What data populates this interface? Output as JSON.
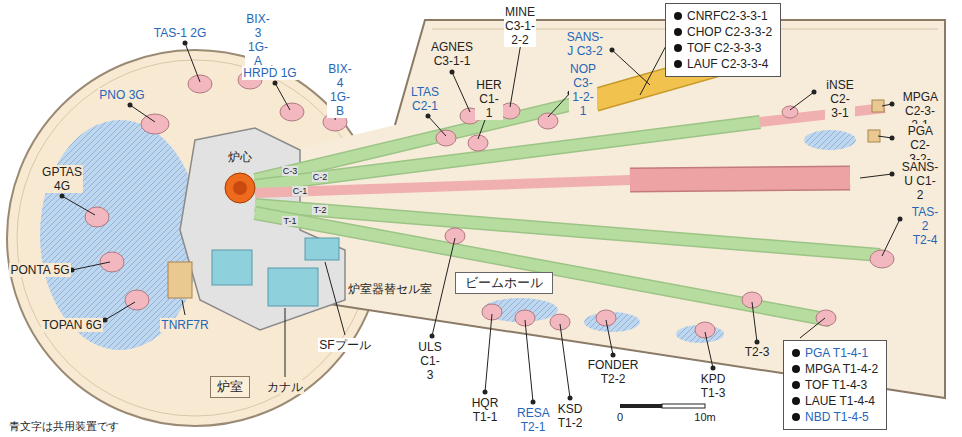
{
  "diagram": {
    "nodes": [
      {
        "text": [
          "CNRFC2-3-3-1",
          "CHOP C2-3-3-2",
          "TOF C2-3-3-3",
          "LAUF C2-3-3-4"
        ]
      },
      {
        "text": [
          "PGA T1-4-1",
          "MPGA T1-4-2",
          "TOF T1-4-3",
          "LAUE T1-4-4",
          "NBD T1-4-5"
        ]
      },
      {
        "text": [
          "炉室"
        ]
      },
      {
        "text": [
          "ビームホール"
        ]
      }
    ],
    "labels": [
      "AGNES C3-1-1",
      "MINE C3-1-2-2",
      "HER C1-1",
      "NOP C3-1-2-1",
      "SANS-J C3-2",
      "iNSE C2-3-1",
      "MPGA C2-3-2-1",
      "PGA C2-3-2-2",
      "SANS-U C1-2",
      "TAS-2 T2-4",
      "T2-3",
      "KPD T1-3",
      "FONDER T2-2",
      "KSD T1-2",
      "RESA T2-1",
      "HQR T1-1",
      "ULS C1-3",
      "LTAS C2-1",
      "BIX-4 1G-B",
      "HRPD 1G",
      "BIX-3 1G-A",
      "TAS-1 2G",
      "PNO 3G",
      "GPTAS 4G",
      "PONTA 5G",
      "TOPAN 6G",
      "TNRF7R",
      "炉心",
      "カナル",
      "SFプール",
      "炉室器替セル室",
      "C-3",
      "C-2",
      "C-1",
      "T-2",
      "T-1",
      "0",
      "10m",
      "青文字は共用装置です"
    ]
  }
}
